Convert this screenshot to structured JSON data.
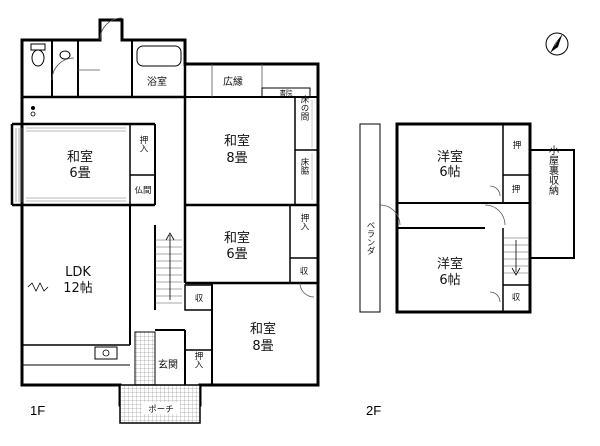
{
  "floor1": {
    "label": "1F",
    "rooms": {
      "bath": "浴室",
      "hiroen": "広縁",
      "shoin": "書院",
      "tokonoma": "床の間",
      "tokowaki": "床脇",
      "washitsu_6a_name": "和室",
      "washitsu_6a_size": "6畳",
      "oshiire_a": "押入",
      "butsuma": "仏間",
      "washitsu_8a_name": "和室",
      "washitsu_8a_size": "8畳",
      "washitsu_6b_name": "和室",
      "washitsu_6b_size": "6畳",
      "oshiire_b": "押入",
      "shu_a": "収",
      "ldk_name": "LDK",
      "ldk_size": "12帖",
      "shu_b": "収",
      "washitsu_8b_name": "和室",
      "washitsu_8b_size": "8畳",
      "genkan": "玄関",
      "oshiire_c": "押入",
      "porch": "ポーチ"
    }
  },
  "floor2": {
    "label": "2F",
    "rooms": {
      "youshitsu_a_name": "洋室",
      "youshitsu_a_size": "6帖",
      "oshiire_d": "押",
      "oshiire_e": "押",
      "koyaura": "小屋裏収納",
      "veranda": "ベランダ",
      "youshitsu_b_name": "洋室",
      "youshitsu_b_size": "6帖",
      "shu_c": "収"
    }
  },
  "compass": {
    "icon": "north-arrow-icon"
  },
  "colors": {
    "wall": "#000000",
    "line": "#555555",
    "background": "#ffffff"
  }
}
